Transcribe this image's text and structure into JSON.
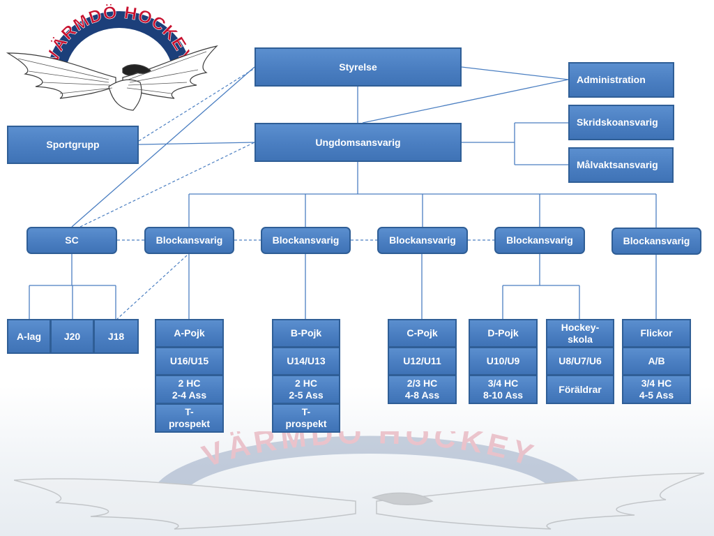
{
  "logo": {
    "text": "VÄRMDÖ HOCKEY",
    "color_text": "#c8102e",
    "color_band": "#1c3f7a"
  },
  "top": {
    "styrelse": "Styrelse",
    "ungdom": "Ungdomsansvarig",
    "administration": "Administration",
    "skridsko": "Skridskoansvarig",
    "malvakt": "Målvaktsansvarig",
    "sportgrupp": "Sportgrupp"
  },
  "row": {
    "sc": "SC",
    "block1": "Blockansvarig",
    "block2": "Blockansvarig",
    "block3": "Blockansvarig",
    "block4": "Blockansvarig",
    "block5": "Blockansvarig"
  },
  "sc_teams": [
    "A-lag",
    "J20",
    "J18"
  ],
  "groups": {
    "a": [
      "A-Pojk",
      "U16/U15",
      "2 HC\n2-4 Ass",
      "T-\nprospekt"
    ],
    "b": [
      "B-Pojk",
      "U14/U13",
      "2 HC\n2-5 Ass",
      "T-\nprospekt"
    ],
    "c": [
      "C-Pojk",
      "U12/U11",
      "2/3 HC\n4-8 Ass"
    ],
    "d": [
      "D-Pojk",
      "U10/U9",
      "3/4 HC\n8-10 Ass"
    ],
    "hs": [
      "Hockey-\nskola",
      "U8/U7/U6",
      "Föräldrar"
    ],
    "f": [
      "Flickor",
      "A/B",
      "3/4 HC\n4-5 Ass"
    ]
  },
  "colors": {
    "box": "#4a7ec1",
    "border": "#2f5e96",
    "line": "#4a7ec1"
  }
}
